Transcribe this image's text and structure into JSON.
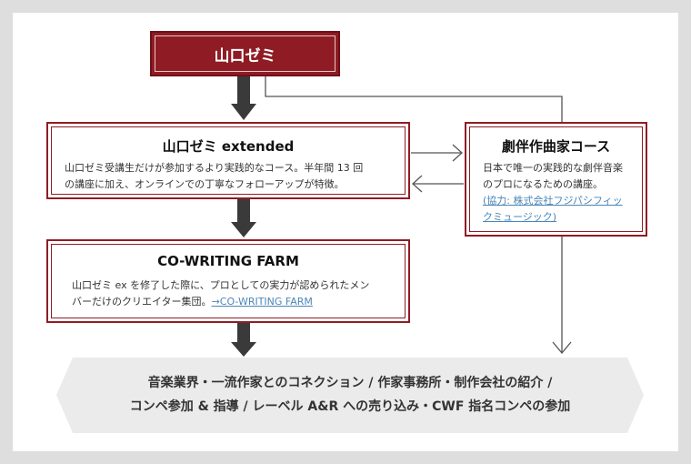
{
  "top": {
    "title": "山口ゼミ"
  },
  "extended": {
    "title": "山口ゼミ extended",
    "desc_line1": "山口ゼミ受講生だけが参加するより実践的なコース。半年間 13 回",
    "desc_line2": "の講座に加え、オンラインでの丁寧なフォローアップが特徴。"
  },
  "course": {
    "title": "劇伴作曲家コース",
    "desc_line1": "日本で唯一の実践的な劇伴音楽",
    "desc_line2": "のプロになるための講座。",
    "link_line1": "(協力: 株式会社フジパシフィッ",
    "link_line2": "クミュージック)"
  },
  "cwf": {
    "title": "CO-WRITING FARM",
    "desc_line1": "山口ゼミ ex を修了した際に、プロとしての実力が認められたメン",
    "desc_line2_text": "バーだけのクリエイター集団。",
    "desc_line2_link": "→CO-WRITING FARM"
  },
  "outcome": {
    "line1": "音楽業界・一流作家とのコネクション / 作家事務所・制作会社の紹介 /",
    "line2": "コンペ参加 & 指導 / レーベル A&R への売り込み・CWF 指名コンペの参加"
  },
  "colors": {
    "brand_red": "#8f1c24",
    "arrow_dark": "#3a3a3a",
    "link_blue": "#4a86b8",
    "outcome_bg": "#ebebeb"
  }
}
